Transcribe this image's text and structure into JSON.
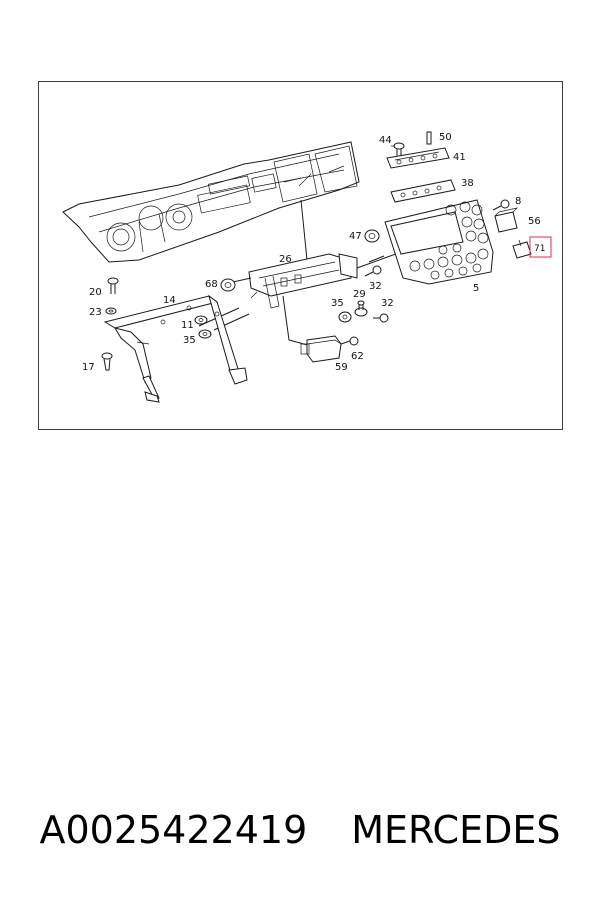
{
  "diagram": {
    "callouts": [
      {
        "id": "44",
        "text": "44"
      },
      {
        "id": "50",
        "text": "50"
      },
      {
        "id": "41",
        "text": "41"
      },
      {
        "id": "38",
        "text": "38"
      },
      {
        "id": "8",
        "text": "8"
      },
      {
        "id": "56",
        "text": "56"
      },
      {
        "id": "47",
        "text": "47"
      },
      {
        "id": "71",
        "text": "71",
        "highlighted": true
      },
      {
        "id": "26",
        "text": "26"
      },
      {
        "id": "68",
        "text": "68"
      },
      {
        "id": "20",
        "text": "20"
      },
      {
        "id": "14",
        "text": "14"
      },
      {
        "id": "23",
        "text": "23"
      },
      {
        "id": "11",
        "text": "11"
      },
      {
        "id": "35a",
        "text": "35"
      },
      {
        "id": "17",
        "text": "17"
      },
      {
        "id": "29",
        "text": "29"
      },
      {
        "id": "35b",
        "text": "35"
      },
      {
        "id": "32a",
        "text": "32"
      },
      {
        "id": "32b",
        "text": "32"
      },
      {
        "id": "5",
        "text": "5"
      },
      {
        "id": "62",
        "text": "62"
      },
      {
        "id": "59",
        "text": "59"
      }
    ],
    "highlight_color": "#e0303a"
  },
  "footer": {
    "part_number": "A0025422419",
    "brand": "MERCEDES"
  }
}
